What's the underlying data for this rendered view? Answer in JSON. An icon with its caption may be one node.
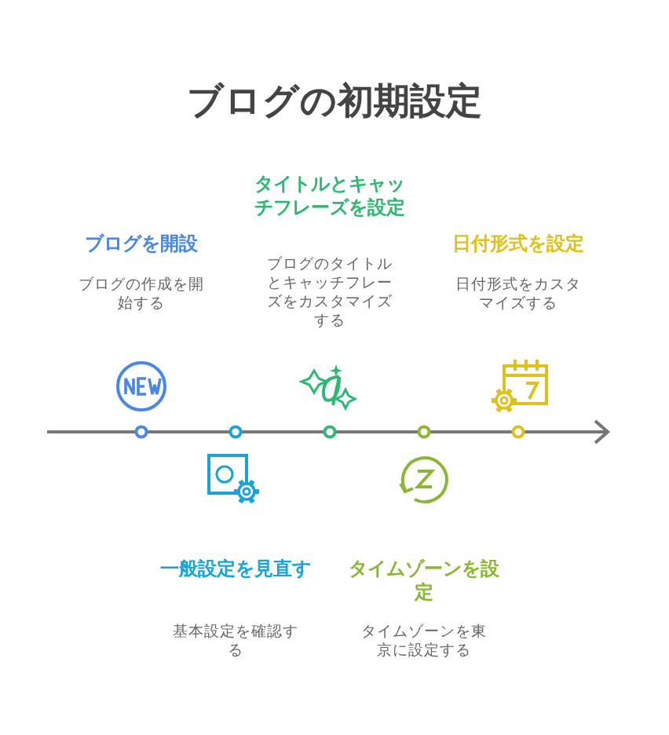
{
  "diagram": {
    "title": "ブログの初期設定",
    "nodes": [
      {
        "text": [
          "ブログを開設",
          "ブログの作成を開始する"
        ]
      },
      {
        "text": [
          "一般設定を見直す",
          "基本設定を確認する"
        ]
      },
      {
        "text": [
          "タイトルとキャッチフレーズを設定",
          "ブログのタイトルとキャッチフレーズをカスタマイズする"
        ]
      },
      {
        "text": [
          "タイムゾーンを設定",
          "タイムゾーンを東京に設定する"
        ]
      },
      {
        "text": [
          "日付形式を設定",
          "日付形式をカスタマイズする"
        ]
      }
    ]
  }
}
